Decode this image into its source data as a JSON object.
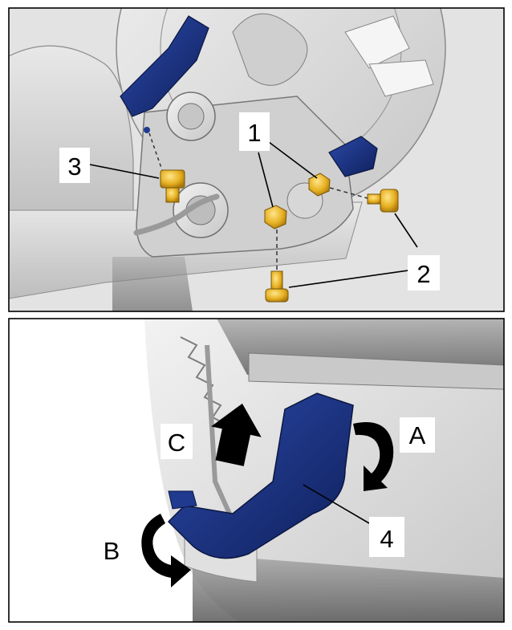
{
  "figure": {
    "panels": [
      {
        "id": "top",
        "callouts": [
          {
            "key": "nut",
            "label": "1"
          },
          {
            "key": "bolt",
            "label": "2"
          },
          {
            "key": "bolt3",
            "label": "3"
          }
        ]
      },
      {
        "id": "bottom",
        "callouts": [
          {
            "key": "arrowA",
            "label": "A"
          },
          {
            "key": "arrowB",
            "label": "B"
          },
          {
            "key": "arrowC",
            "label": "C"
          },
          {
            "key": "bracket",
            "label": "4"
          }
        ]
      }
    ],
    "colors": {
      "part_blue": "#1f3a8f",
      "part_blue_dark": "#0f1f5c",
      "fastener_gold": "#e7b122",
      "fastener_gold_dark": "#a9780d",
      "arrow_black": "#000000",
      "background_gray": "#d9d9d9",
      "label_bg": "#ffffff"
    }
  }
}
